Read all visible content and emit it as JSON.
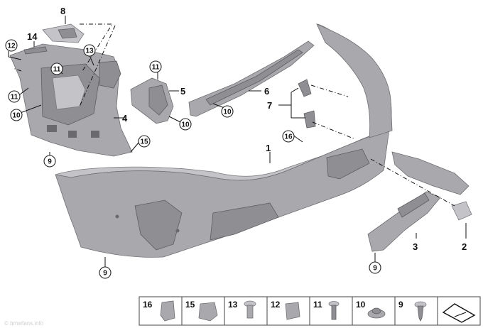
{
  "callouts": {
    "c1": "1",
    "c2": "2",
    "c3": "3",
    "c4": "4",
    "c5": "5",
    "c6": "6",
    "c7": "7",
    "c8": "8",
    "c14": "14"
  },
  "circled": {
    "k12": "12",
    "k13": "13",
    "k11a": "11",
    "k11b": "11",
    "k11c": "11",
    "k10a": "10",
    "k10b": "10",
    "k10c": "10",
    "k15": "15",
    "k9a": "9",
    "k16": "16",
    "k9b": "9",
    "k9c": "9"
  },
  "legend": {
    "items": [
      "16",
      "15",
      "13",
      "12",
      "11",
      "10",
      "9"
    ]
  },
  "watermark": "© bmwfans.info"
}
